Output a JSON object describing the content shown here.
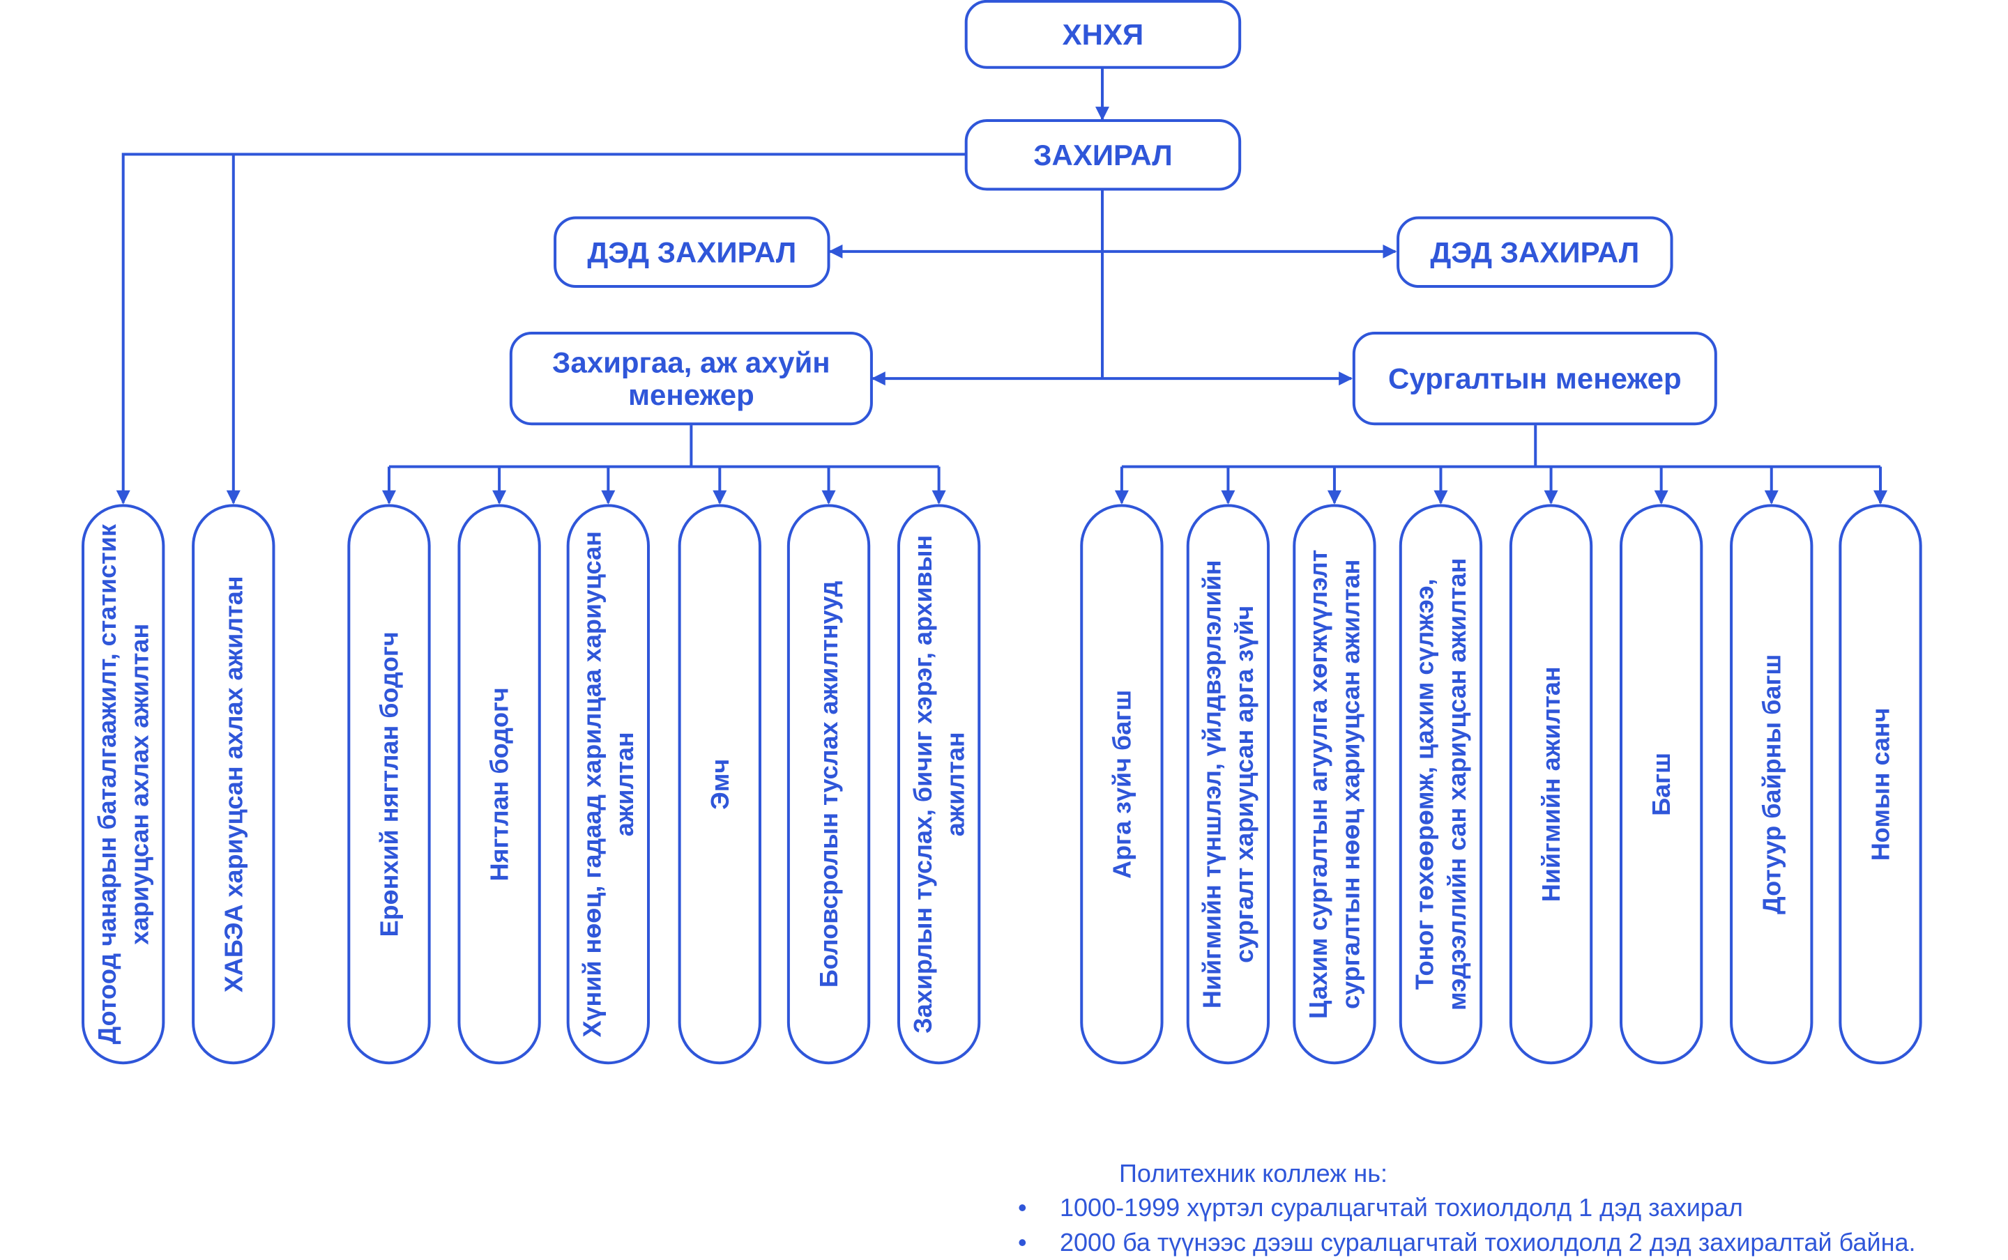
{
  "colors": {
    "accent": "#2F56D9",
    "background": "#ffffff"
  },
  "top_box": "ХНХЯ",
  "director": "ЗАХИРАЛ",
  "deputy_left": "ДЭД ЗАХИРАЛ",
  "deputy_right": "ДЭД ЗАХИРАЛ",
  "admin_manager": [
    "Захиргаа, аж ахуйн",
    "менежер"
  ],
  "training_manager": "Сургалтын менежер",
  "direct_staff": [
    [
      "Дотоод чанарын баталгаажилт, статистик",
      "хариуцсан ахлах ажилтан"
    ],
    [
      "ХАБЭА хариуцсан ахлах ажилтан"
    ]
  ],
  "admin_staff": [
    [
      "Ерөнхий нягтлан бодогч"
    ],
    [
      "Нягтлан бодогч"
    ],
    [
      "Хүний нөөц, гадаад харилцаа хариуцсан",
      "ажилтан"
    ],
    [
      "Эмч"
    ],
    [
      "Боловсролын туслах ажилтнууд"
    ],
    [
      "Захирлын туслах, бичиг хэрэг, архивын",
      "ажилтан"
    ]
  ],
  "training_staff": [
    [
      "Арга зүйч багш"
    ],
    [
      "Нийгмийн түншлэл, үйлдвэрлэлийн",
      "сургалт хариуцсан арга зүйч"
    ],
    [
      "Цахим сургалтын агуулга хөгжүүлэлт",
      "сургалтын нөөц хариуцсан ажилтан"
    ],
    [
      "Тоног төхөөрөмж, цахим сүлжээ,",
      "мэдээллийн сан хариуцсан ажилтан"
    ],
    [
      "Нийгмийн ажилтан"
    ],
    [
      "Багш"
    ],
    [
      "Дотуур байрны багш"
    ],
    [
      "Номын санч"
    ]
  ],
  "note": {
    "title": "Политехник коллеж нь:",
    "items": [
      "1000-1999 хүртэл суралцагчтай тохиолдолд 1 дэд захирал",
      "2000 ба түүнээс дээш суралцагчтай тохиолдолд 2 дэд захиралтай байна."
    ]
  }
}
